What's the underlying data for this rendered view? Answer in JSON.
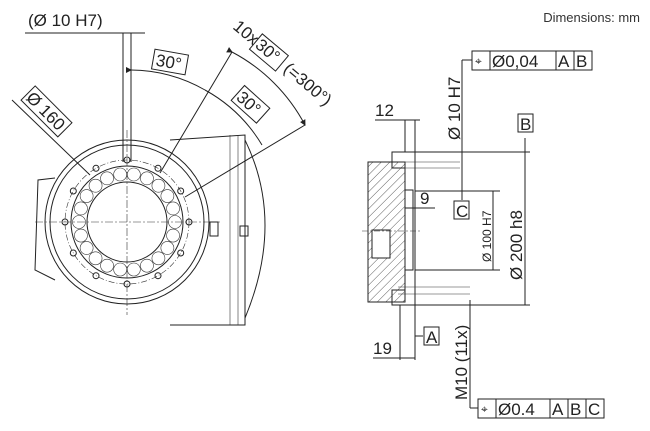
{
  "units_label": "Dimensions: mm",
  "front_view": {
    "pin_hole": "(Ø 10 H7)",
    "angle_1": "30°",
    "angle_2": "30°",
    "angle_pattern_prefix": "10x",
    "angle_pattern_box": "30°",
    "angle_pattern_total": "(=300°)",
    "bolt_circle": "Ø 160"
  },
  "side_view": {
    "dim_12": "12",
    "dim_9": "9",
    "dim_19": "19",
    "pin_hole": "Ø 10 H7",
    "bore": "Ø 100 H7",
    "flange": "Ø 200 h8",
    "thread": "M10 (11x)",
    "datum_a": "A",
    "datum_b": "B",
    "datum_c": "C",
    "tol_1": {
      "symbol": "⌖",
      "value": "Ø0,04",
      "refs": [
        "A",
        "B"
      ]
    },
    "tol_2": {
      "symbol": "⌖",
      "value": "Ø0.4",
      "refs": [
        "A",
        "B",
        "C"
      ]
    }
  }
}
